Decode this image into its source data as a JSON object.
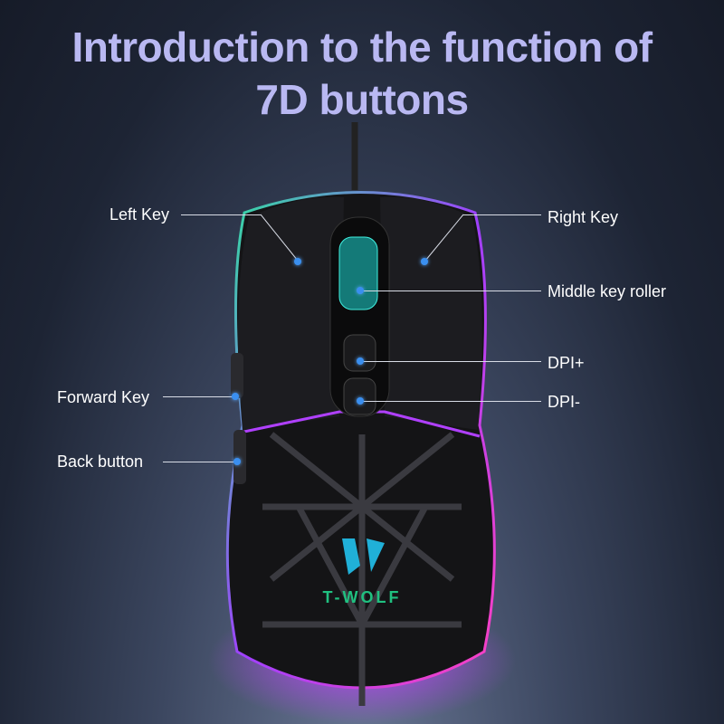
{
  "title": {
    "line1": "Introduction to the function of",
    "line2": "7D buttons"
  },
  "labels": {
    "left_key": "Left Key",
    "right_key": "Right Key",
    "middle_key_roller": "Middle key roller",
    "dpi_plus": "DPI+",
    "dpi_minus": "DPI-",
    "forward_key": "Forward Key",
    "back_button": "Back button"
  },
  "logo": {
    "text": "T-WOLF"
  },
  "colors": {
    "title": "#b9b8f2",
    "dot": "#3a8ff0",
    "rgb_glow": "#b040ff"
  }
}
